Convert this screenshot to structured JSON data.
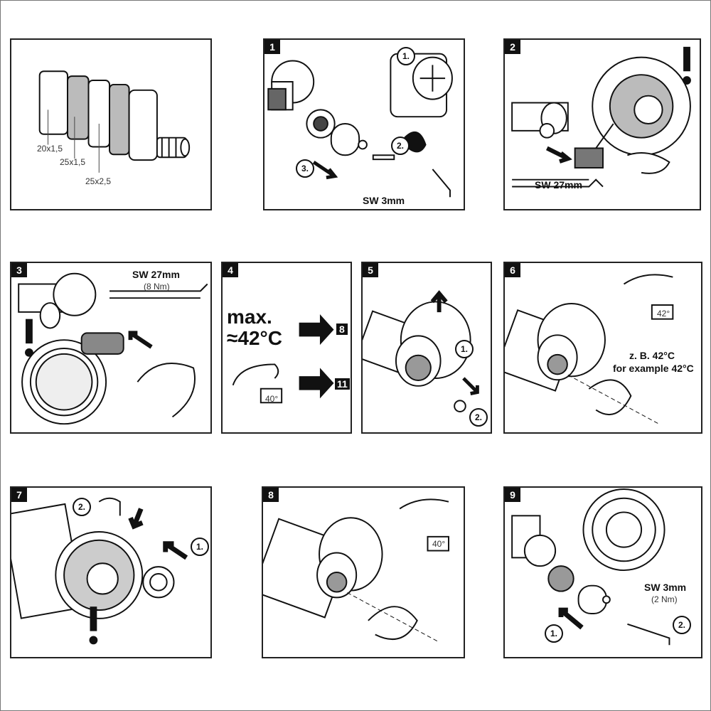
{
  "panels": {
    "p0": {
      "labels": [
        "20x1,5",
        "25x1,5",
        "25x2,5"
      ]
    },
    "p1": {
      "number": "1",
      "step1": "1.",
      "step2": "2.",
      "step3": "3.",
      "tool": "SW 3mm"
    },
    "p2": {
      "number": "2",
      "tool": "SW 27mm"
    },
    "p3": {
      "number": "3",
      "tool": "SW 27mm",
      "torque": "(8 Nm)"
    },
    "p4": {
      "number": "4",
      "max": "max.",
      "temp": "≈42°C",
      "goto_a": "8",
      "goto_b": "11",
      "display": "40°"
    },
    "p5": {
      "number": "5",
      "step1": "1.",
      "step2": "2."
    },
    "p6": {
      "number": "6",
      "display": "42°",
      "text_de": "z. B. 42°C",
      "text_en": "for example 42°C"
    },
    "p7": {
      "number": "7",
      "step1": "1.",
      "step2": "2."
    },
    "p8": {
      "number": "8",
      "display": "40°"
    },
    "p9": {
      "number": "9",
      "step1": "1.",
      "step2": "2.",
      "tool": "SW 3mm",
      "torque": "(2 Nm)"
    }
  }
}
